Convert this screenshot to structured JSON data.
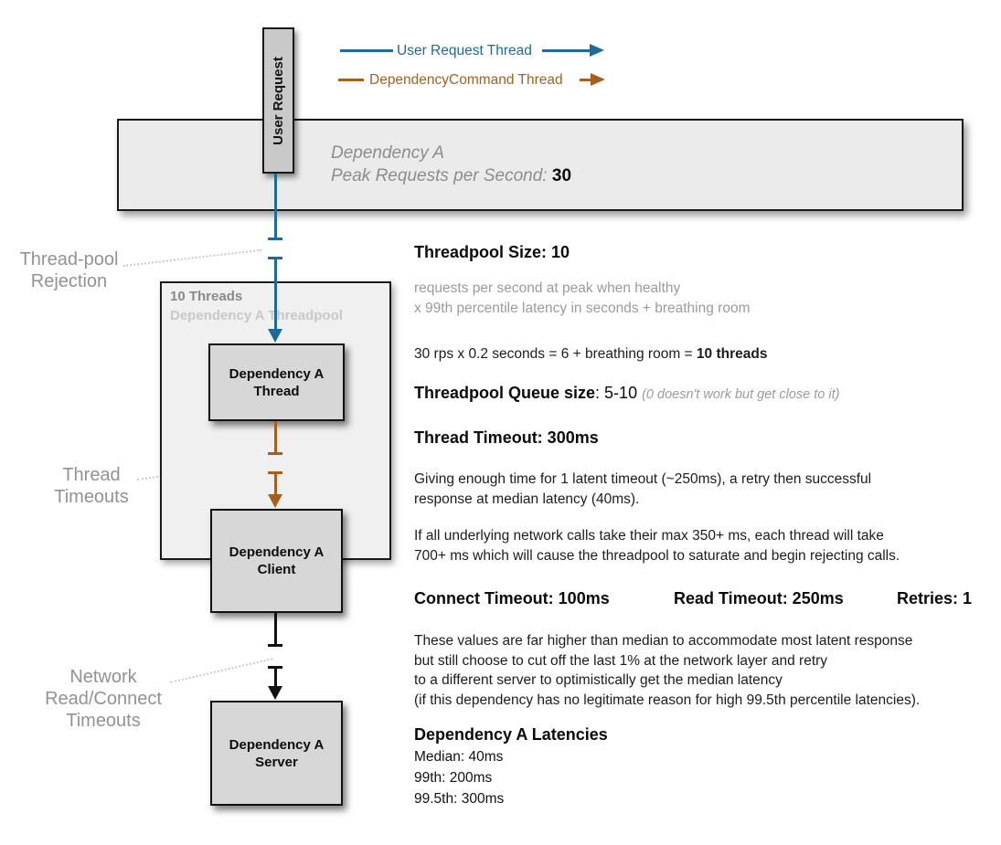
{
  "colors": {
    "user_request_thread": "#1E6B99",
    "dependency_command_thread": "#A5601F",
    "network_line": "#111111",
    "side_label_gray": "#929292",
    "note_gray": "#9B9B9B",
    "box_fill": "#D7D7D7",
    "banner_fill": "#EBEBEB"
  },
  "legend": {
    "user_request_label": "User Request Thread",
    "dependency_command_label": "DependencyCommand Thread"
  },
  "user_request_box": {
    "label": "User Request"
  },
  "banner": {
    "title": "Dependency A",
    "subtitle": "Peak Requests per Second:",
    "value": "30"
  },
  "threadpool_container": {
    "title": "10 Threads",
    "subtitle": "Dependency A Threadpool"
  },
  "nodes": {
    "thread": "Dependency A\nThread",
    "client": "Dependency A\nClient",
    "server": "Dependency A\nServer"
  },
  "side_labels": {
    "rejection": "Thread-pool\nRejection",
    "thread_timeouts": "Thread\nTimeouts",
    "network_timeouts": "Network\nRead/Connect\nTimeouts"
  },
  "sections": {
    "threadpool_size": {
      "heading": "Threadpool Size: 10",
      "note": "requests per second at peak when healthy\nx 99th percentile latency in seconds + breathing room",
      "formula": "30 rps x 0.2 seconds = 6 + breathing room = ",
      "formula_bold": "10 threads"
    },
    "queue": {
      "heading_bold": "Threadpool Queue size",
      "heading_value": ": 5-10 ",
      "note": "(0 doesn't work but get close to it)"
    },
    "thread_timeout": {
      "heading": "Thread Timeout: 300ms",
      "para1": "Giving enough time for 1 latent timeout (~250ms), a retry then successful\nresponse at median latency (40ms).",
      "para2": "If all underlying network calls take their max 350+ ms, each thread will take\n700+ ms which will cause the threadpool to saturate and begin rejecting calls."
    },
    "network": {
      "connect": "Connect Timeout: 100ms",
      "read": "Read Timeout: 250ms",
      "retries": "Retries: 1",
      "para": "These values are far higher than median to accommodate most latent response\nbut still choose to cut off the last 1% at the network layer and retry\nto a different server to optimistically get the median latency\n(if this dependency has no legitimate reason for high 99.5th percentile latencies)."
    },
    "latencies": {
      "heading": "Dependency A Latencies",
      "items": [
        "Median: 40ms",
        "99th: 200ms",
        "99.5th: 300ms"
      ]
    }
  }
}
